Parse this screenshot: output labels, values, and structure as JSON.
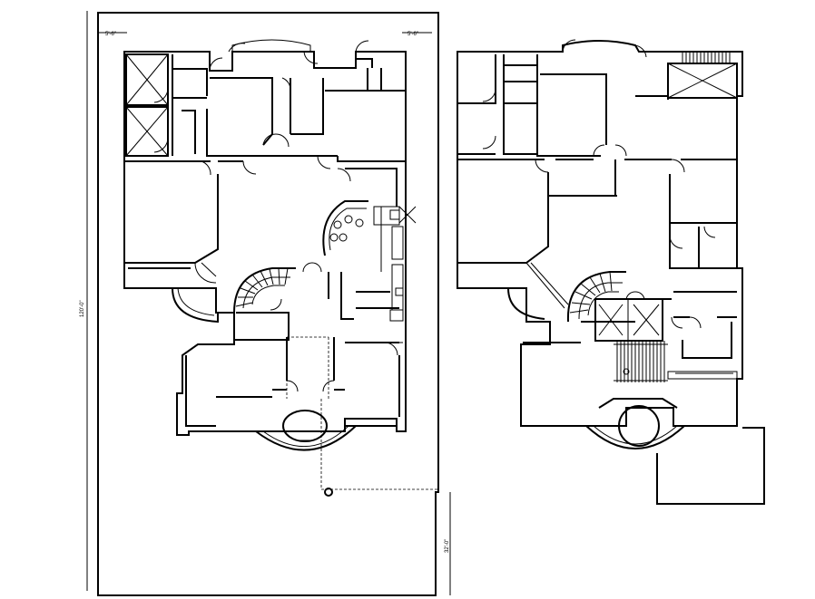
{
  "drawing": {
    "dims": {
      "top_left": "5'-6\"",
      "top_right": "5'-6\"",
      "overall_height": "120'-0\"",
      "bottom_right": "32'-0\""
    }
  }
}
